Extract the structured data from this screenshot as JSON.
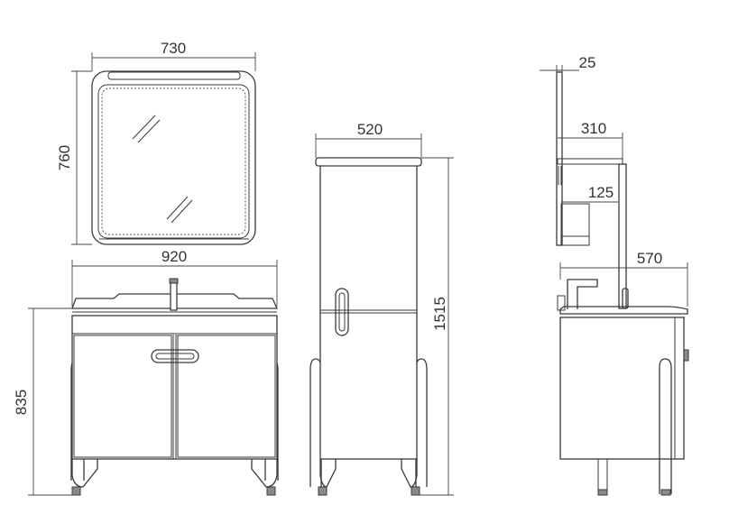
{
  "dimensions": {
    "mirror_width": "730",
    "mirror_height": "760",
    "cabinet_width": "920",
    "cabinet_height": "835",
    "tall_cabinet_width": "520",
    "tall_cabinet_height": "1515",
    "mirror_depth": "25",
    "shelf_depth": "310",
    "small_shelf_depth": "125",
    "basin_depth": "570"
  },
  "colors": {
    "line": "#3a3a3a",
    "text": "#333333",
    "background": "#ffffff"
  }
}
